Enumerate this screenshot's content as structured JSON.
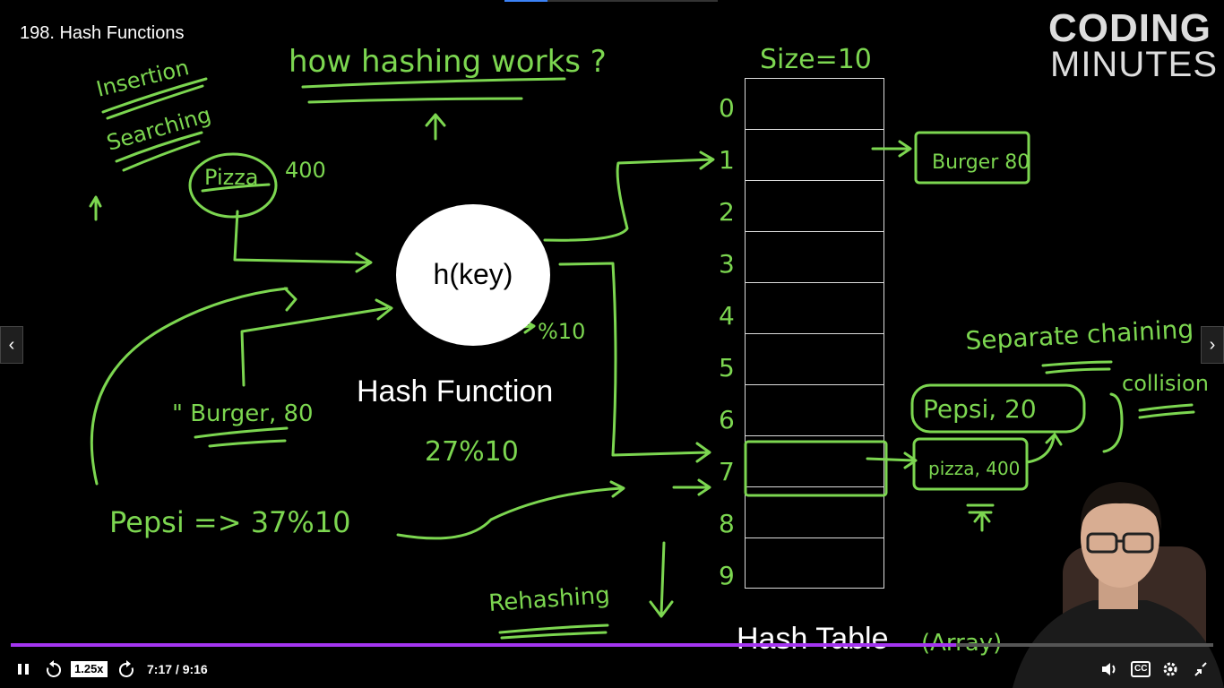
{
  "lecture": {
    "title": "198. Hash Functions"
  },
  "logo": {
    "line1": "CODING",
    "line2": "MINUTES"
  },
  "diagram": {
    "function_node": "h(key)",
    "function_caption": "Hash Function",
    "table_caption": "Hash Table",
    "table_indices": [
      "0",
      "1",
      "2",
      "3",
      "4",
      "5",
      "6",
      "7",
      "8",
      "9"
    ]
  },
  "annotations": {
    "heading": "how hashing works ?",
    "size": "Size=10",
    "insertion": "Insertion",
    "searching": "Searching",
    "pizza": "Pizza",
    "pizza_value": "400",
    "modulo": "%10",
    "burger": "\" Burger, 80",
    "calc_27": "27%10",
    "pepsi_calc": "Pepsi => 37%10",
    "rehashing": "Rehashing",
    "burger_box": "Burger 80",
    "separate_chaining": "Separate chaining",
    "collision": "collision",
    "pepsi_box": "Pepsi, 20",
    "pizza_box": "pizza, 400",
    "array": "(Array)"
  },
  "player": {
    "current_time": "7:17",
    "duration": "9:16",
    "time_display": "7:17 / 9:16",
    "progress": 0.786,
    "speed": "1.25x",
    "cc": "CC",
    "state": "playing",
    "accent": "#a435f0"
  },
  "icons": {
    "pause": "pause-icon",
    "rewind": "rewind-5-icon",
    "forward": "forward-5-icon",
    "volume": "volume-icon",
    "settings": "gear-icon",
    "exit_fullscreen": "exit-fullscreen-icon",
    "prev": "chevron-left-icon",
    "next": "chevron-right-icon"
  }
}
